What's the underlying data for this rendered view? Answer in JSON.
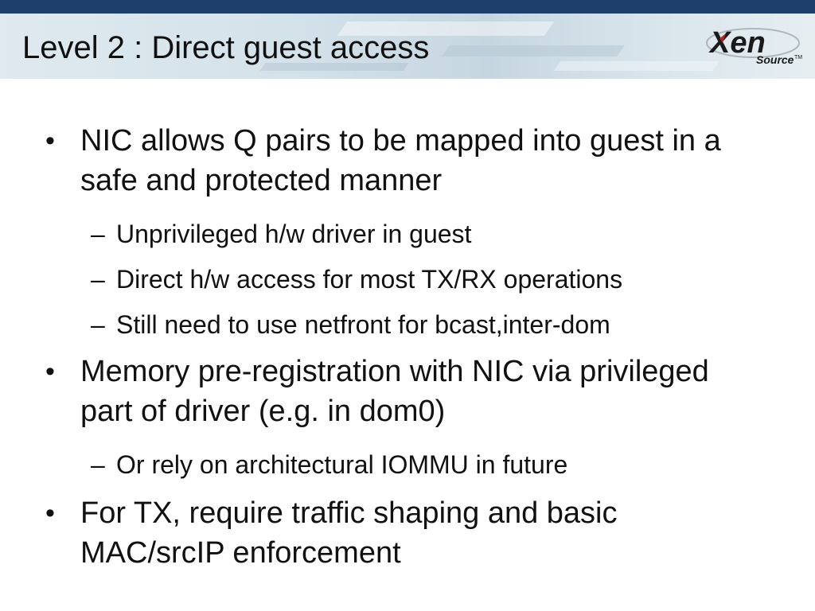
{
  "slide": {
    "title": "Level 2 : Direct guest access",
    "logo": {
      "icon": "xen-source-logo",
      "wordmark": "Xen",
      "submark": "Source",
      "trademark": "TM"
    }
  },
  "bullets": [
    {
      "marker": "•",
      "text": "NIC allows Q pairs to be mapped into guest in a safe and protected manner",
      "subs": [
        {
          "marker": "–",
          "text": "Unprivileged h/w driver in guest"
        },
        {
          "marker": "–",
          "text": "Direct h/w access for most TX/RX operations"
        },
        {
          "marker": "–",
          "text": "Still need to use netfront for bcast,inter-dom"
        }
      ]
    },
    {
      "marker": "•",
      "text": "Memory pre-registration with NIC via privileged part of driver (e.g. in dom0)",
      "subs": [
        {
          "marker": "–",
          "text": "Or rely on architectural IOMMU in future"
        }
      ]
    },
    {
      "marker": "•",
      "text": "For TX, require traffic shaping and basic MAC/srcIP enforcement",
      "subs": []
    }
  ],
  "colors": {
    "top_bar": "#1f3f6b",
    "text": "#111111",
    "logo_dark": "#1a1a1a",
    "logo_red": "#c0282d"
  }
}
